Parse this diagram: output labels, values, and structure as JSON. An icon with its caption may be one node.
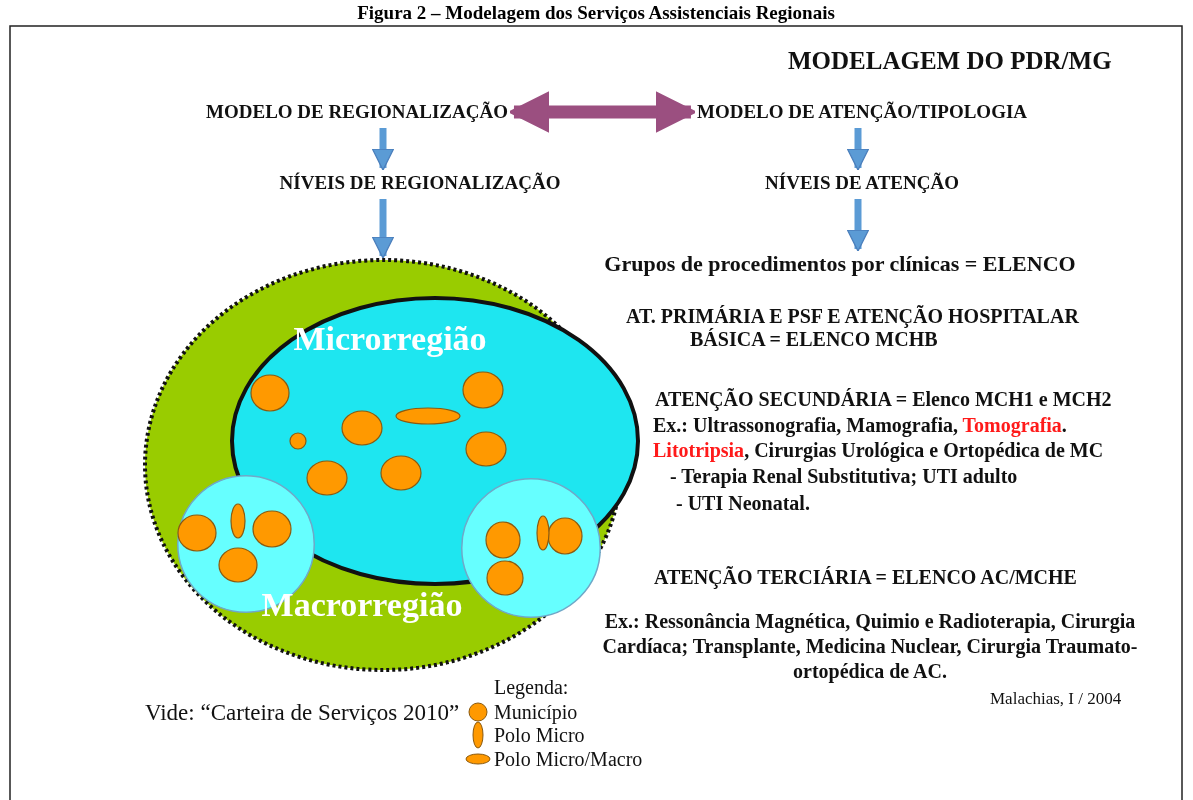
{
  "diagram": {
    "title": "Figura 2 – Modelagem dos Serviços Assistenciais Regionais",
    "nodes": [
      {
        "text": [
          "MODELO DE REGIONALIZAÇÃO"
        ]
      },
      {
        "text": [
          "MODELO DE ATENÇÃO/TIPOLOGIA"
        ]
      },
      {
        "text": [
          "NÍVEIS DE REGIONALIZAÇÃO"
        ]
      },
      {
        "text": [
          "NÍVEIS DE ATENÇÃO"
        ]
      },
      {
        "text": [
          "Grupos de procedimentos por clínicas = ELENCO"
        ]
      },
      {
        "text": [
          "Macrorregião"
        ]
      },
      {
        "text": [
          "Microrregião"
        ],
        "in": 5
      },
      {
        "text": [],
        "shape": "circle",
        "in": 5
      },
      {
        "text": [],
        "shape": "circle",
        "in": 5
      }
    ],
    "edges": [
      {
        "from": 0,
        "to": 1,
        "arrow": "both",
        "style": "thick",
        "color": "#9b4f80"
      },
      {
        "from": 0,
        "to": 2,
        "arrow": "to"
      },
      {
        "from": 1,
        "to": 3,
        "arrow": "to"
      },
      {
        "from": 2,
        "to": 5,
        "arrow": "to"
      },
      {
        "from": 3,
        "to": 4,
        "arrow": "to"
      }
    ],
    "labels": [
      "MODELAGEM DO PDR/MG",
      "AT. PRIMÁRIA E PSF E ATENÇÃO HOSPITALAR BÁSICA = ELENCO MCHB",
      "ATENÇÃO SECUNDÁRIA = Elenco MCH1 e MCH2",
      "Ex.: Ultrassonografia, Mamografia, *Tomografia*.",
      "*Litotripsia*, Cirurgias Urológica e Ortopédica de MC",
      "- Terapia Renal Substitutiva; UTI adulto",
      "- UTI Neonatal.",
      "ATENÇÃO TERCIÁRIA = ELENCO AC/MCHE",
      "Ex.: Ressonância Magnética, Quimio e Radioterapia, Cirurgia Cardíaca; Transplante, Medicina Nuclear, Cirurgia Traumato-ortopédica de AC.",
      "Malachias, I / 2004",
      "Vide: “Carteira de Serviços 2010”",
      "Legenda:"
    ],
    "legend": [
      {
        "text": "Município"
      },
      {
        "text": "Polo Micro"
      },
      {
        "text": "Polo Micro/Macro"
      }
    ]
  }
}
